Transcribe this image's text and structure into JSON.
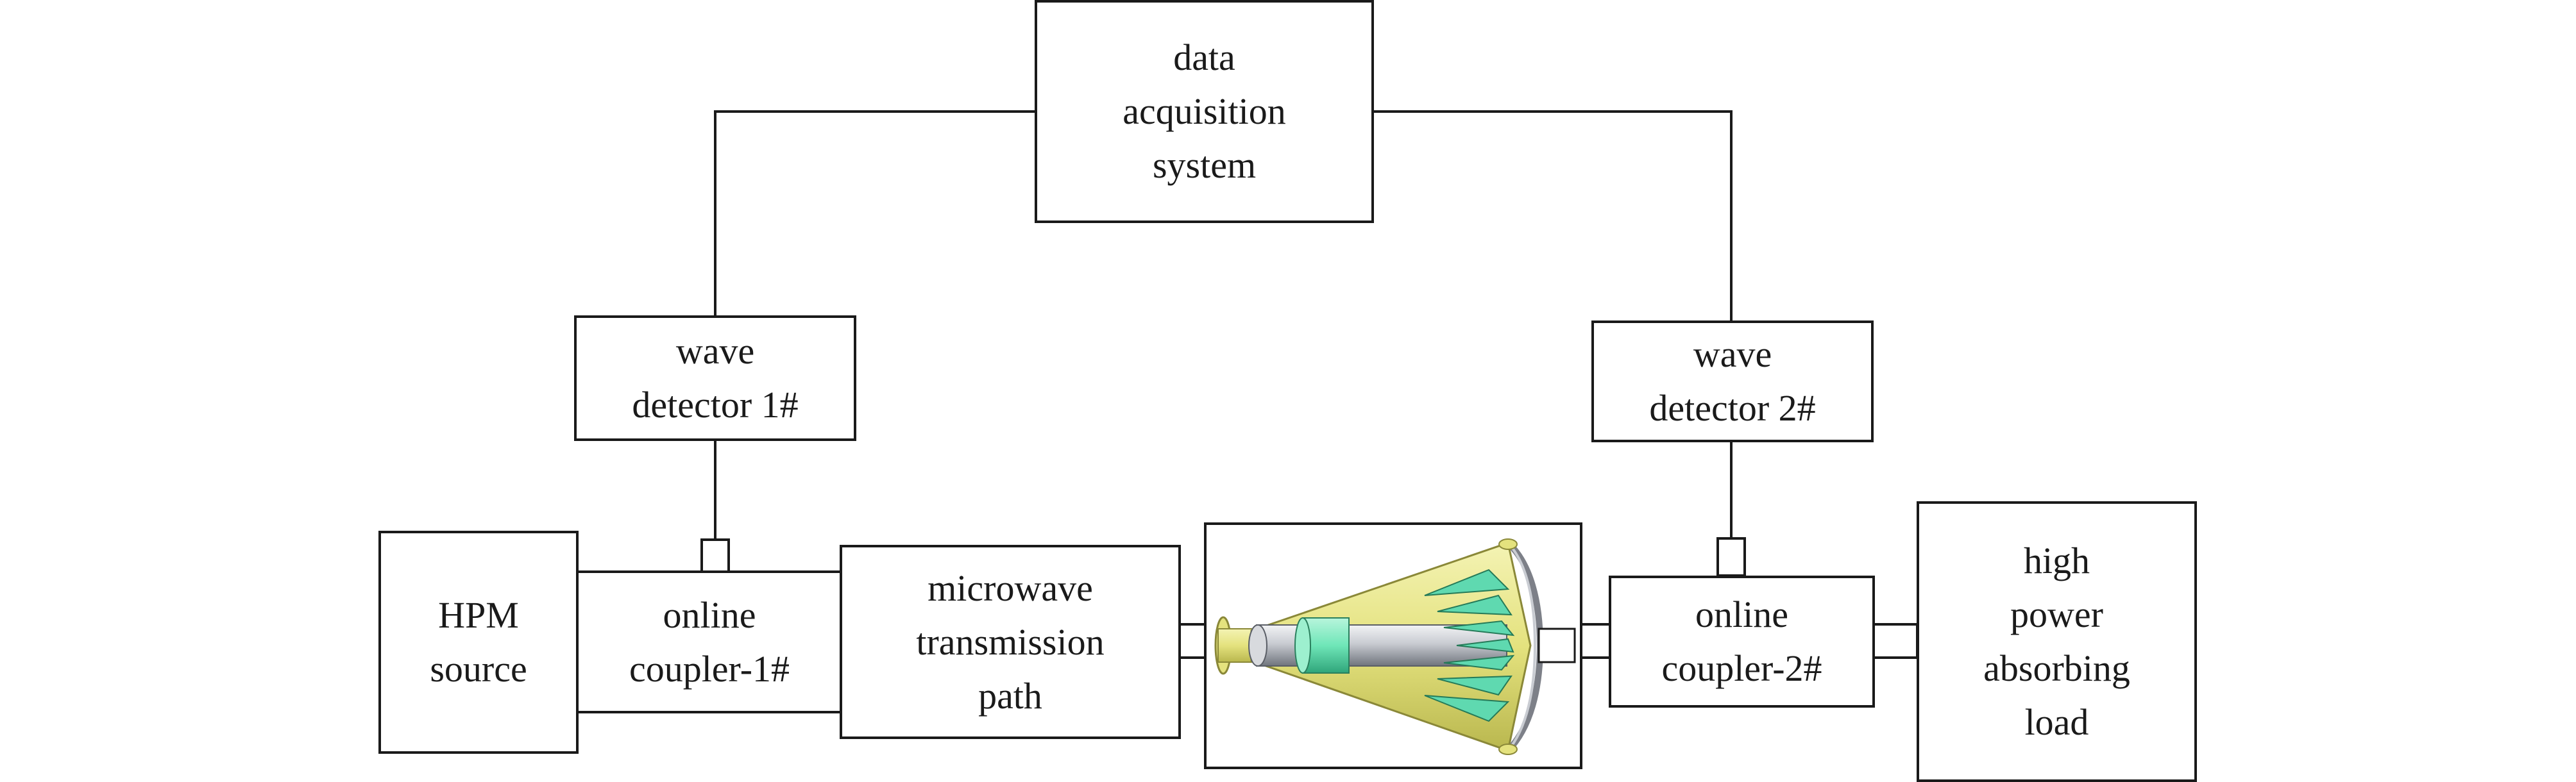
{
  "boxes": {
    "daq": [
      "data",
      "acquisition",
      "system"
    ],
    "detector1": [
      "wave",
      "detector 1#"
    ],
    "detector2": [
      "wave",
      "detector 2#"
    ],
    "hpm_source": [
      "HPM",
      "source"
    ],
    "coupler1": [
      "online",
      "coupler-1#"
    ],
    "transmission": [
      "microwave",
      "transmission",
      "path"
    ],
    "coupler2": [
      "online",
      "coupler-2#"
    ],
    "load": [
      "high",
      "power",
      "absorbing",
      "load"
    ]
  },
  "antenna": {
    "icon": "cone-antenna-icon",
    "colors": {
      "cone": "#e9e78a",
      "cone_shadow": "#b9b74e",
      "collar": "#6fe6b8",
      "fins": "#5fd9b0",
      "tube": "#c9ccd2",
      "flange": "#9aa0a8"
    }
  },
  "colors": {
    "line": "#1a1a1a",
    "background": "#ffffff"
  }
}
